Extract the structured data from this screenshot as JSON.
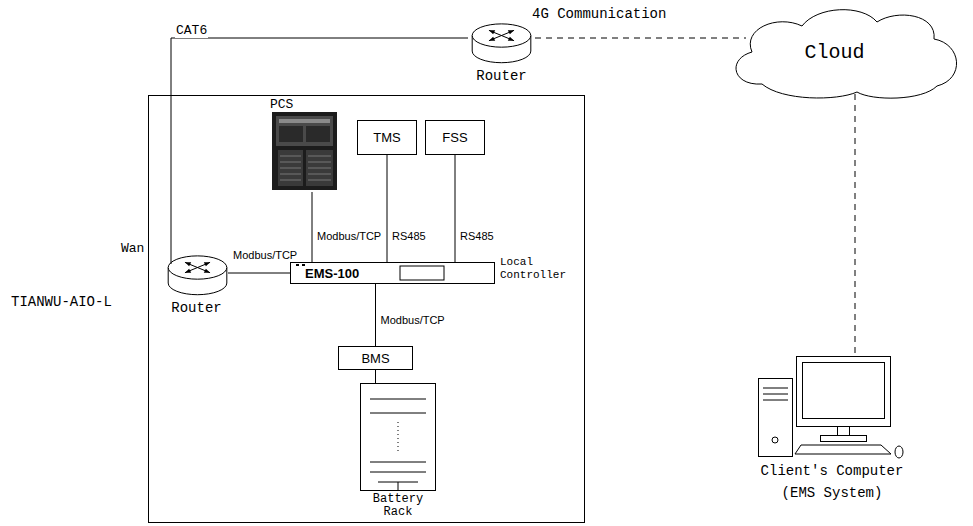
{
  "diagram": {
    "nodes": [
      {
        "text": [
          "Router"
        ]
      },
      {
        "text": [
          "Cloud"
        ]
      },
      {
        "text": [
          "TIANWU-AIO-L"
        ]
      },
      {
        "text": [
          "PCS"
        ],
        "in": 2
      },
      {
        "text": [
          "TMS"
        ],
        "in": 2
      },
      {
        "text": [
          "FSS"
        ],
        "in": 2
      },
      {
        "text": [
          "Router"
        ],
        "in": 2
      },
      {
        "text": [
          "EMS-100"
        ],
        "in": 2
      },
      {
        "text": [
          "BMS"
        ],
        "in": 2
      },
      {
        "text": [
          "Battery Rack"
        ],
        "in": 2
      },
      {
        "text": [
          "Client's Computer (EMS System)"
        ]
      }
    ],
    "edges": [
      {
        "from": 6,
        "to": 0,
        "label": "CAT6",
        "arrow": "none"
      },
      {
        "from": 0,
        "to": 1,
        "label": "4G Communication",
        "arrow": "none"
      },
      {
        "from": 1,
        "to": 10,
        "arrow": "none"
      },
      {
        "from": 7,
        "to": 3,
        "label": "Modbus/TCP",
        "arrow": "none"
      },
      {
        "from": 7,
        "to": 4,
        "label": "RS485",
        "arrow": "none"
      },
      {
        "from": 7,
        "to": 5,
        "label": "RS485",
        "arrow": "none"
      },
      {
        "from": 7,
        "to": 6,
        "label": "Modbus/TCP",
        "arrow": "none"
      },
      {
        "from": 7,
        "to": 8,
        "label": "Modbus/TCP",
        "arrow": "none"
      },
      {
        "from": 8,
        "to": 9,
        "arrow": "none"
      }
    ],
    "labels": [
      "Wan",
      "Local Controller"
    ]
  }
}
